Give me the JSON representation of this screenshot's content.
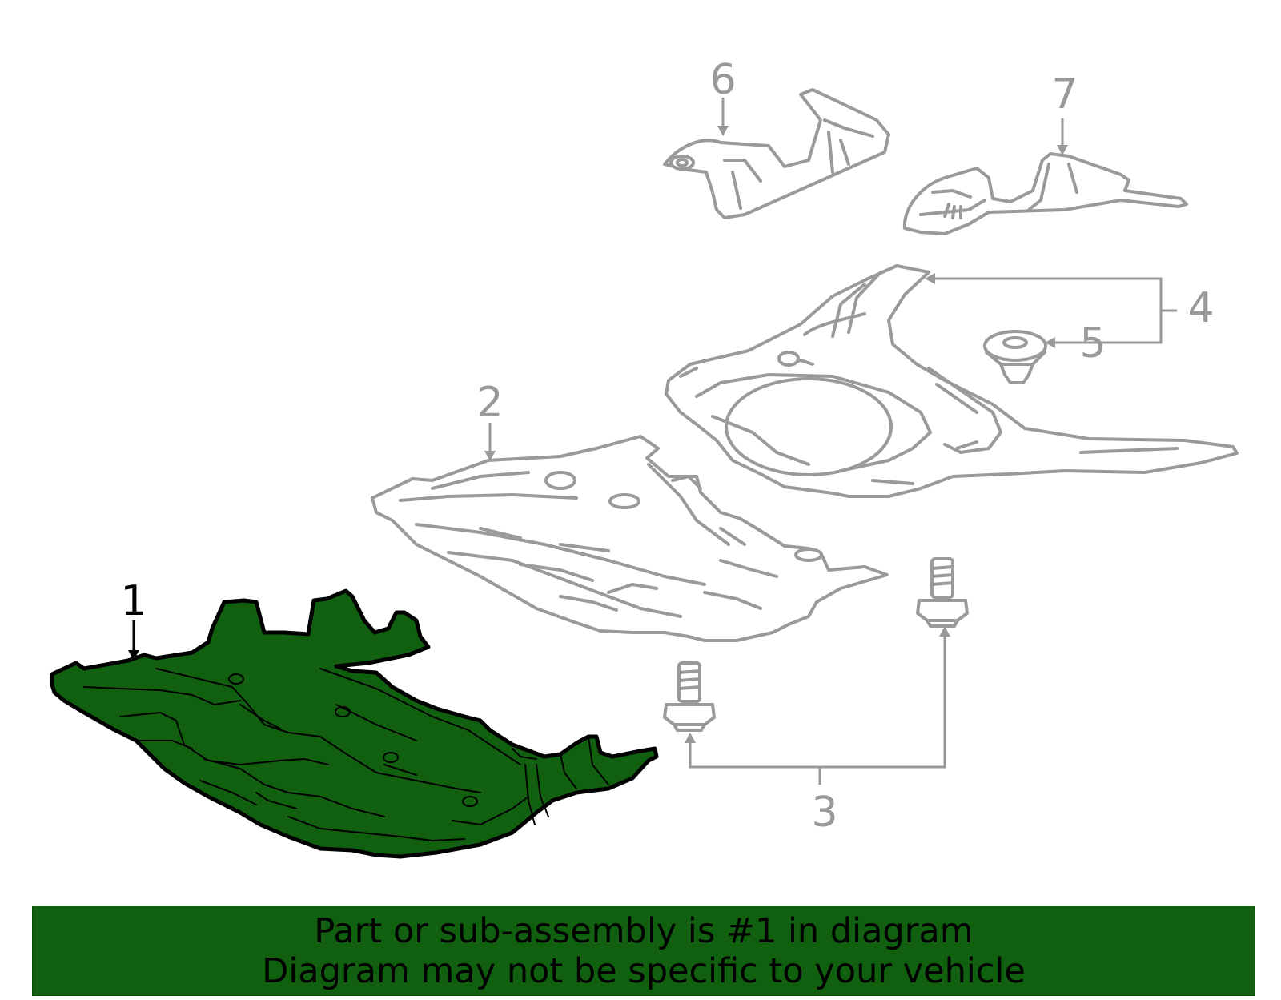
{
  "colors": {
    "highlight_fill": "#106010",
    "highlight_stroke": "#000000",
    "part_stroke": "#9a9a9a",
    "callout_gray": "#999999",
    "callout_black": "#000000",
    "banner_bg": "#106010",
    "banner_text": "#000000"
  },
  "callouts": {
    "c1": "1",
    "c2": "2",
    "c3": "3",
    "c4": "4",
    "c5": "5",
    "c6": "6",
    "c7": "7"
  },
  "highlighted_part": "1",
  "banner": {
    "line1": "Part or sub-assembly is #1 in diagram",
    "line2": "Diagram may not be specific to your vehicle"
  }
}
